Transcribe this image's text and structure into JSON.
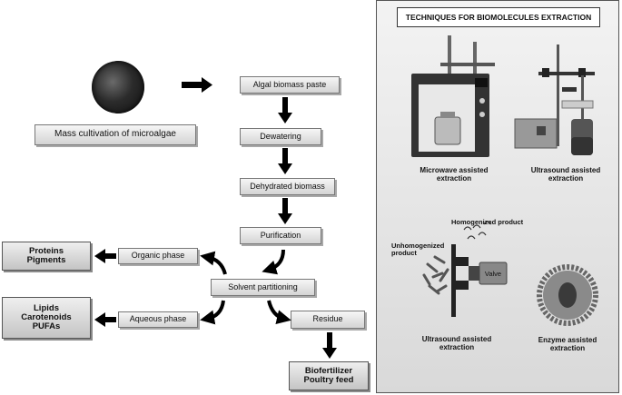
{
  "flow": {
    "source_label": "Mass cultivation of microalgae",
    "steps": [
      "Algal biomass paste",
      "Dewatering",
      "Dehydrated biomass",
      "Purification",
      "Solvent partitioning"
    ],
    "organic_phase": "Organic phase",
    "aqueous_phase": "Aqueous phase",
    "residue": "Residue",
    "products_organic": [
      "Proteins",
      "Pigments"
    ],
    "products_aqueous": [
      "Lipids",
      "Carotenoids",
      "PUFAs"
    ],
    "products_residue": [
      "Biofertilizer",
      "Poultry feed"
    ]
  },
  "techniques": {
    "title": "TECHNIQUES FOR BIOMOLECULES EXTRACTION",
    "microwave": [
      "Microwave assisted",
      "extraction"
    ],
    "ultrasound_top": [
      "Ultrasound assisted",
      "extraction"
    ],
    "homogenizer_labels": {
      "homogenized": "Homogenized product",
      "unhomogenized": [
        "Unhomogenized",
        "product"
      ],
      "valve": "Valve"
    },
    "ultrasound_bottom": [
      "Ultrasound assisted",
      "extraction"
    ],
    "enzyme": [
      "Enzyme assisted",
      "extraction"
    ]
  },
  "colors": {
    "panel_bg": "#e6e6e6",
    "arrow": "#000000",
    "box_fill": "#dcdcdc"
  }
}
